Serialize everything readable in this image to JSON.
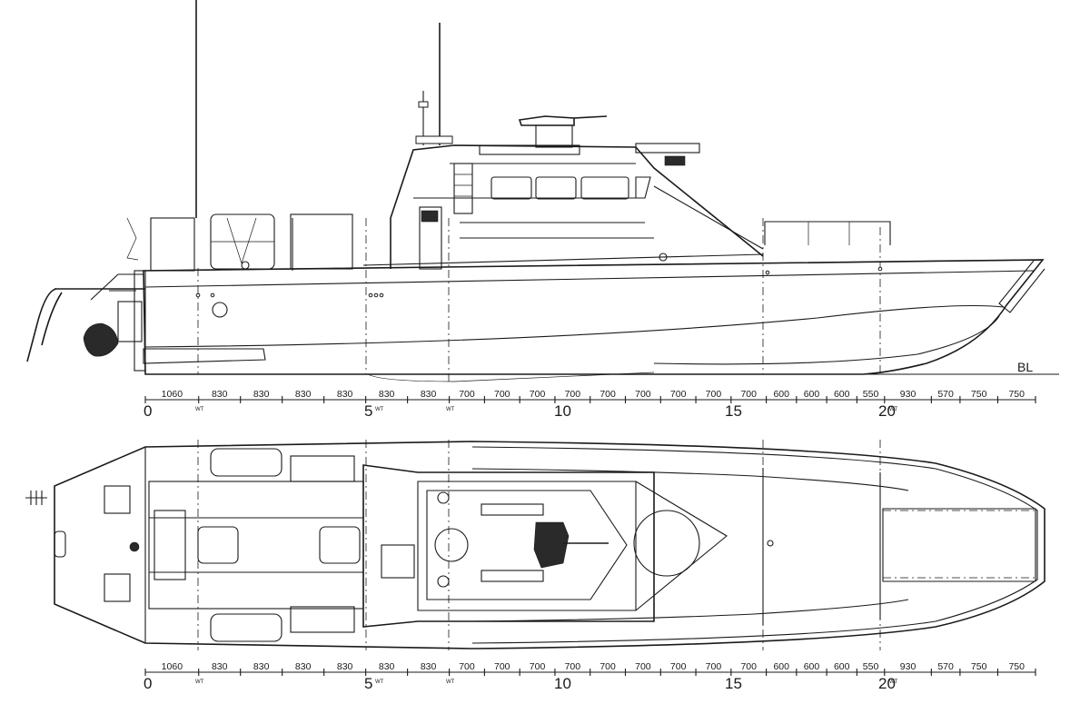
{
  "scale_top": {
    "dimensions": [
      "1060",
      "830",
      "830",
      "830",
      "830",
      "830",
      "830",
      "700",
      "700",
      "700",
      "700",
      "700",
      "700",
      "700",
      "700",
      "700",
      "600",
      "600",
      "600",
      "550",
      "930",
      "570",
      "750",
      "750"
    ],
    "stations": [
      "0",
      "5",
      "10",
      "15",
      "20"
    ],
    "station_marks": [
      "WT",
      "WT",
      "WT",
      "WT"
    ]
  },
  "scale_bottom": {
    "dimensions": [
      "1060",
      "830",
      "830",
      "830",
      "830",
      "830",
      "830",
      "700",
      "700",
      "700",
      "700",
      "700",
      "700",
      "700",
      "700",
      "700",
      "600",
      "600",
      "600",
      "550",
      "930",
      "570",
      "750",
      "750"
    ],
    "stations": [
      "0",
      "5",
      "10",
      "15",
      "20"
    ],
    "station_marks": [
      "WT",
      "WT",
      "WT",
      "WT"
    ]
  },
  "baseline_label": "BL",
  "colors": {
    "line": "#1a1a1a",
    "background": "#ffffff"
  }
}
